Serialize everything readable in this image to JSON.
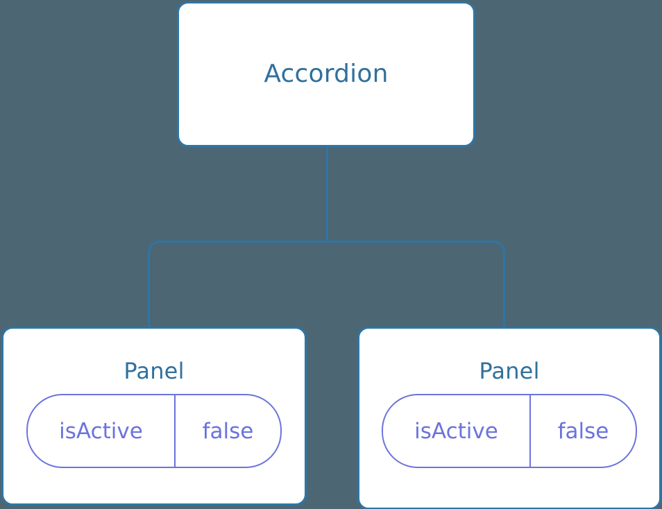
{
  "diagram": {
    "background_color": "#4c6773",
    "node_border_color": "#2e75a6",
    "node_title_color": "#31709c",
    "prop_color": "#6b73dc",
    "edge_color": "#2e75a6",
    "root": {
      "label": "Accordion"
    },
    "children": [
      {
        "label": "Panel",
        "props": [
          {
            "key": "isActive",
            "value": "false"
          }
        ]
      },
      {
        "label": "Panel",
        "props": [
          {
            "key": "isActive",
            "value": "false"
          }
        ]
      }
    ]
  }
}
